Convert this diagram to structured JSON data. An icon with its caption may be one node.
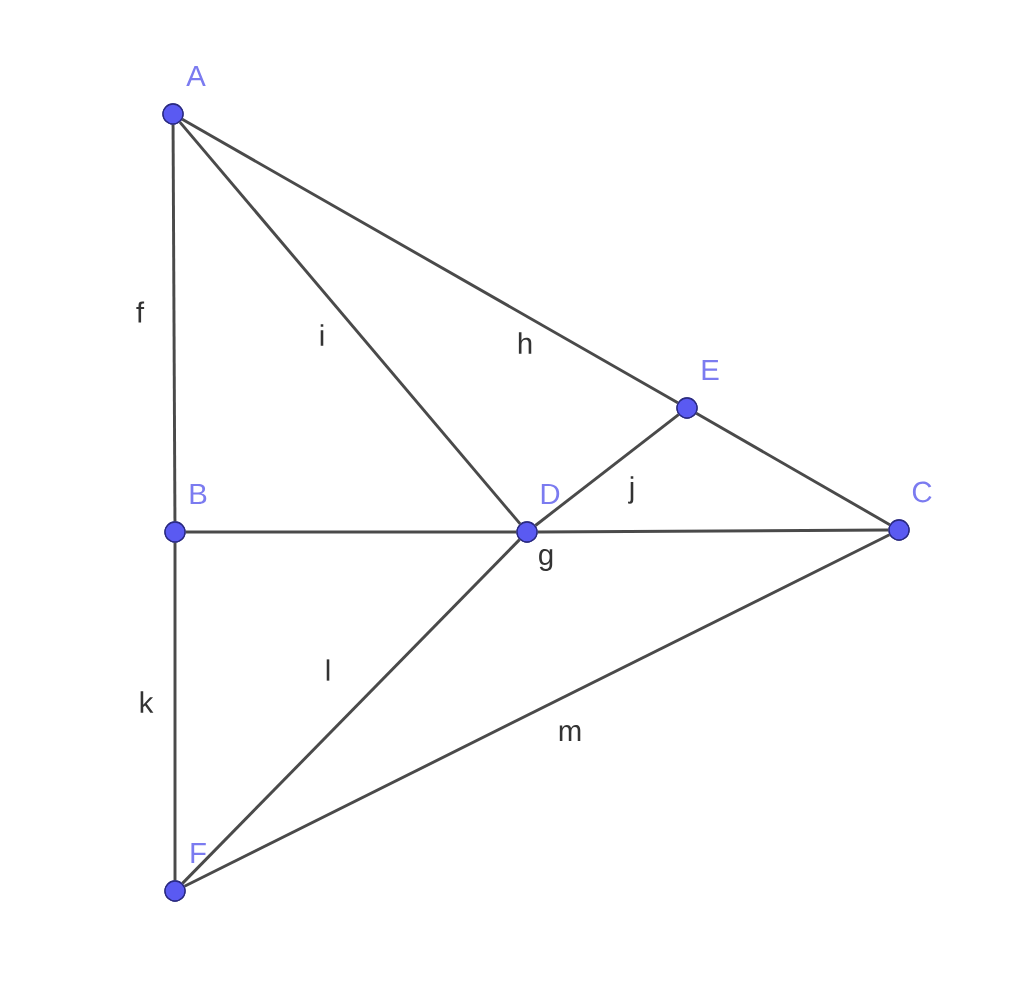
{
  "diagram": {
    "nodes": [
      {
        "text": [],
        "shape": "circle",
        "beside": [
          "A"
        ]
      },
      {
        "text": [],
        "shape": "circle",
        "beside": [
          "B"
        ]
      },
      {
        "text": [],
        "shape": "circle",
        "beside": [
          "C"
        ]
      },
      {
        "text": [],
        "shape": "circle",
        "beside": [
          "D"
        ]
      },
      {
        "text": [],
        "shape": "circle",
        "beside": [
          "E"
        ]
      },
      {
        "text": [],
        "shape": "circle",
        "beside": [
          "F"
        ]
      }
    ],
    "edges": [
      {
        "from": 0,
        "to": 1,
        "arrow": "none",
        "label": "f"
      },
      {
        "from": 1,
        "to": 3,
        "arrow": "none"
      },
      {
        "from": 3,
        "to": 2,
        "arrow": "none",
        "label": "g"
      },
      {
        "from": 0,
        "to": 4,
        "arrow": "none",
        "label": "h"
      },
      {
        "from": 4,
        "to": 2,
        "arrow": "none"
      },
      {
        "from": 0,
        "to": 3,
        "arrow": "none",
        "label": "i"
      },
      {
        "from": 3,
        "to": 4,
        "arrow": "none",
        "label": "j"
      },
      {
        "from": 1,
        "to": 5,
        "arrow": "none",
        "label": "k"
      },
      {
        "from": 5,
        "to": 3,
        "arrow": "none",
        "label": "l"
      },
      {
        "from": 5,
        "to": 2,
        "arrow": "none",
        "label": "m"
      }
    ]
  }
}
